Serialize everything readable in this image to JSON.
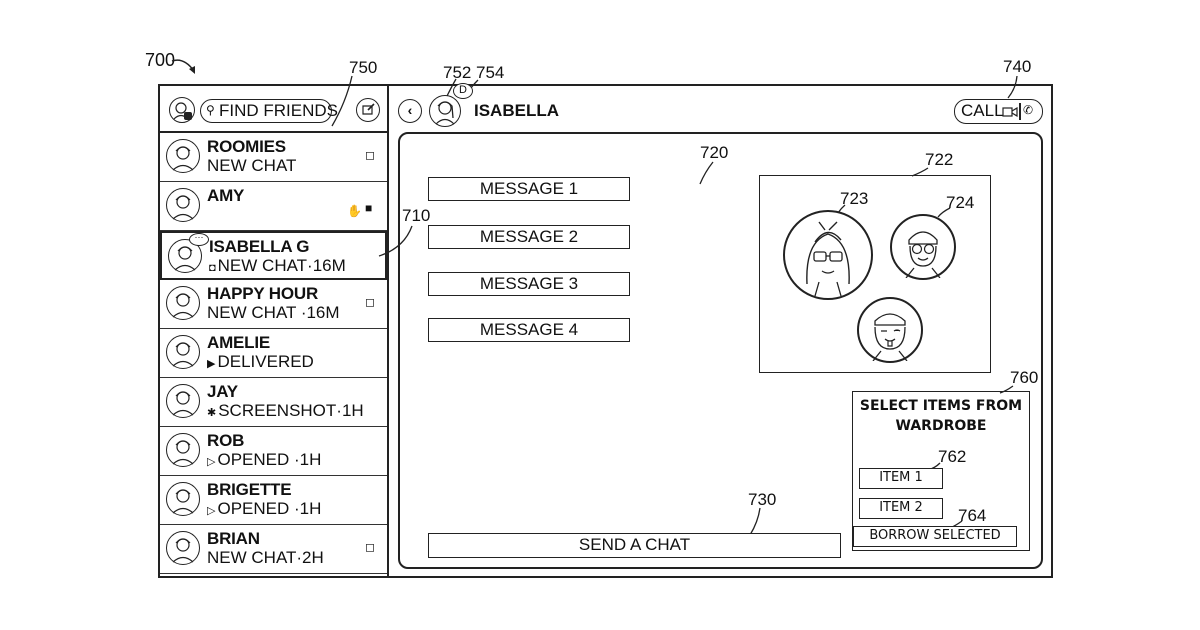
{
  "figure": {
    "label": "700"
  },
  "refs": {
    "r750": "750",
    "r752": "752",
    "r754": "754",
    "r740": "740",
    "r720": "720",
    "r722": "722",
    "r723": "723",
    "r724": "724",
    "r710": "710",
    "r760": "760",
    "r762": "762",
    "r764": "764",
    "r730": "730"
  },
  "sidebar": {
    "search_label": "FIND FRIENDS",
    "chats": [
      {
        "name": "ROOMIES",
        "status": "NEW CHAT",
        "glyph": ""
      },
      {
        "name": "AMY",
        "status": "",
        "glyph": ""
      },
      {
        "name": "ISABELLA G",
        "status": "NEW CHAT·16M",
        "glyph": "◘"
      },
      {
        "name": "HAPPY HOUR",
        "status": "NEW CHAT  ·16M",
        "glyph": ""
      },
      {
        "name": "AMELIE",
        "status": "DELIVERED",
        "glyph": "▶"
      },
      {
        "name": "JAY",
        "status": "SCREENSHOT·1H",
        "glyph": "✱"
      },
      {
        "name": "ROB",
        "status": "OPENED  ·1H",
        "glyph": "▷"
      },
      {
        "name": "BRIGETTE",
        "status": "OPENED  ·1H",
        "glyph": "▷"
      },
      {
        "name": "BRIAN",
        "status": "NEW CHAT·2H",
        "glyph": ""
      }
    ]
  },
  "header": {
    "contact_name": "ISABELLA",
    "avatar_badge": "D",
    "call_label": "CALL"
  },
  "messages": [
    "MESSAGE 1",
    "MESSAGE 2",
    "MESSAGE 3",
    "MESSAGE 4"
  ],
  "compose": {
    "send_label": "SEND A CHAT"
  },
  "wardrobe": {
    "title_line1": "SELECT ITEMS FROM",
    "title_line2": "WARDROBE",
    "items": [
      "ITEM 1",
      "ITEM 2"
    ],
    "borrow_label": "BORROW SELECTED"
  }
}
